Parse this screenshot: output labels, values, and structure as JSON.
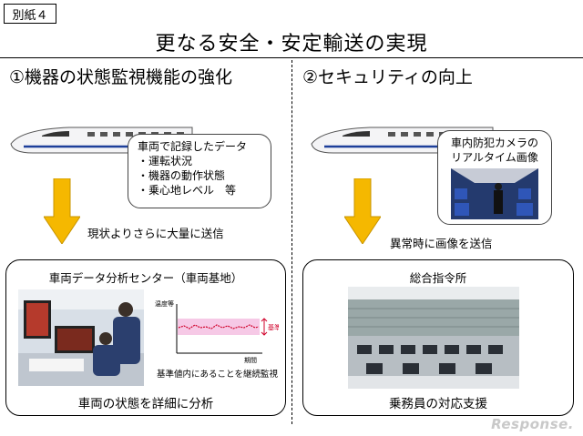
{
  "tag": "別紙４",
  "title": "更なる安全・安定輸送の実現",
  "left": {
    "heading": "①機器の状態監視機能の強化",
    "bubble": {
      "title": "車両で記録したデータ",
      "items": [
        "・運転状況",
        "・機器の動作状態",
        "・乗心地レベル　等"
      ]
    },
    "arrow_note": "現状よりさらに大量に送信",
    "panel": {
      "title": "車両データ分析センター（車両基地）",
      "chart_ylabel": "温度等",
      "chart_xlabel": "期間",
      "chart_ref": "基準値",
      "chart_caption": "基準値内にあることを継続監視",
      "caption": "車両の状態を詳細に分析"
    }
  },
  "right": {
    "heading": "②セキュリティの向上",
    "bubble": {
      "lines": [
        "車内防犯カメラの",
        "リアルタイム画像"
      ]
    },
    "arrow_note": "異常時に画像を送信",
    "panel": {
      "title": "総合指令所",
      "caption": "乗務員の対応支援"
    }
  },
  "logo": "Response.",
  "colors": {
    "arrow": "#f5b800",
    "arrow_edge": "#c89400",
    "chart_band": "#f6c9e6",
    "chart_line": "#d0002a"
  }
}
